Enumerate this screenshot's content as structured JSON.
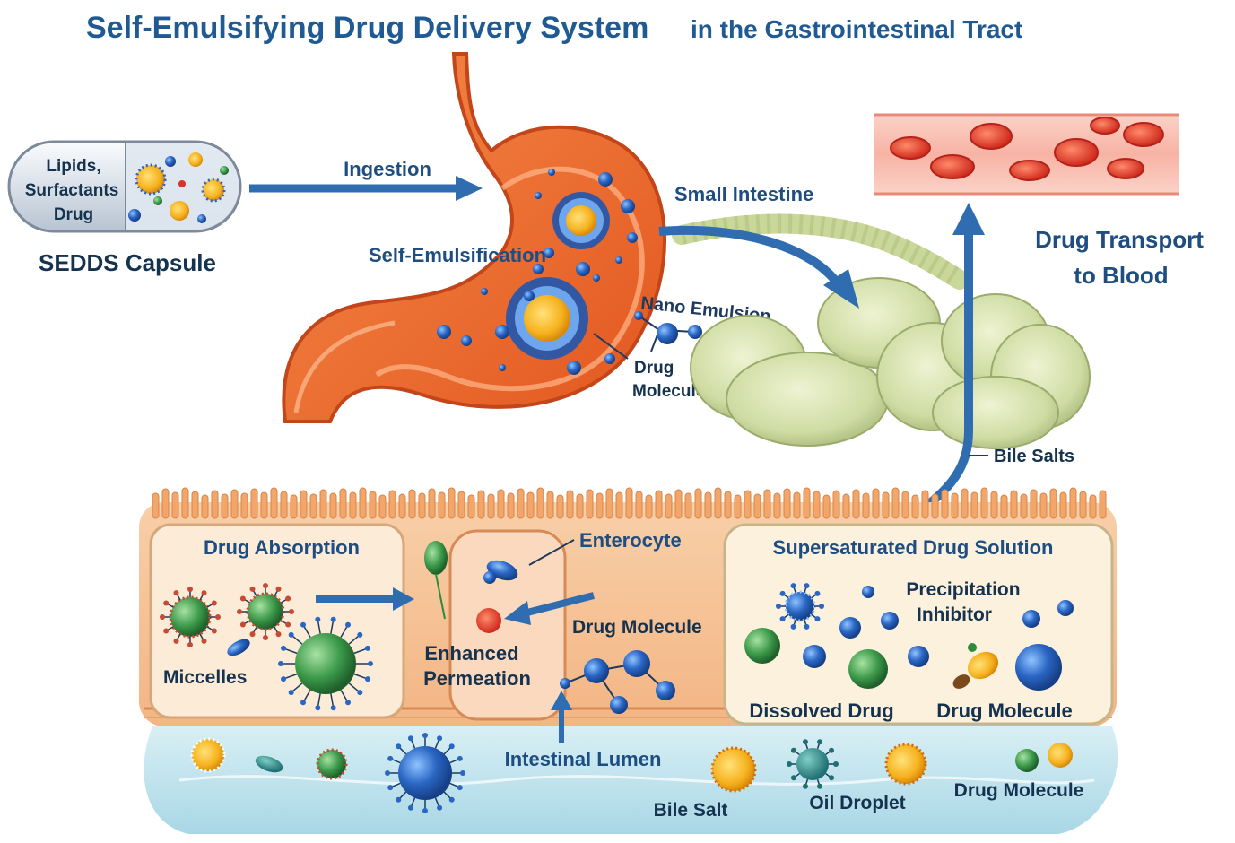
{
  "title": {
    "main": "Self-Emulsifying Drug Delivery System",
    "sub": "in the Gastrointestinal Tract"
  },
  "capsule": {
    "line1": "Lipids,",
    "line2": "Surfactants",
    "line3": "Drug",
    "caption": "SEDDS Capsule"
  },
  "labels": {
    "ingestion": "Ingestion",
    "small_intestine": "Small Intestine",
    "self_emulsification": "Self-Emulsification",
    "nano_emulsion": "Nano Emulsion",
    "drug_molecule_line1": "Drug",
    "drug_molecule_line2": "Molecule",
    "drug_transport_line1": "Drug Transport",
    "drug_transport_line2": "to Blood",
    "bile_salts": "Bile Salts"
  },
  "panels": {
    "absorption": {
      "title": "Drug Absorption",
      "miccelles": "Miccelles"
    },
    "enterocyte": {
      "title": "Enterocyte",
      "enhanced_line1": "Enhanced",
      "enhanced_line2": "Permeation",
      "drug_molecule": "Drug Molecule"
    },
    "supersaturated": {
      "title": "Supersaturated Drug Solution",
      "inhibitor_line1": "Precipitation",
      "inhibitor_line2": "Inhibitor",
      "dissolved": "Dissolved Drug",
      "drug_molecule": "Drug Molecule"
    }
  },
  "lumen": {
    "title": "Intestinal Lumen",
    "bile_salt": "Bile Salt",
    "oil_droplet": "Oil Droplet",
    "drug_molecule": "Drug Molecule"
  },
  "colors": {
    "title_blue": "#1f5a92",
    "arrow_blue": "#2f6db0",
    "stomach_orange": "#ee6a2c",
    "intestine_green": "#c9d79a",
    "blood_red": "#d8332a",
    "lumen_blue": "#bfe3ee",
    "drug_blue": "#2a66c4",
    "core_yellow": "#f6b21e"
  }
}
